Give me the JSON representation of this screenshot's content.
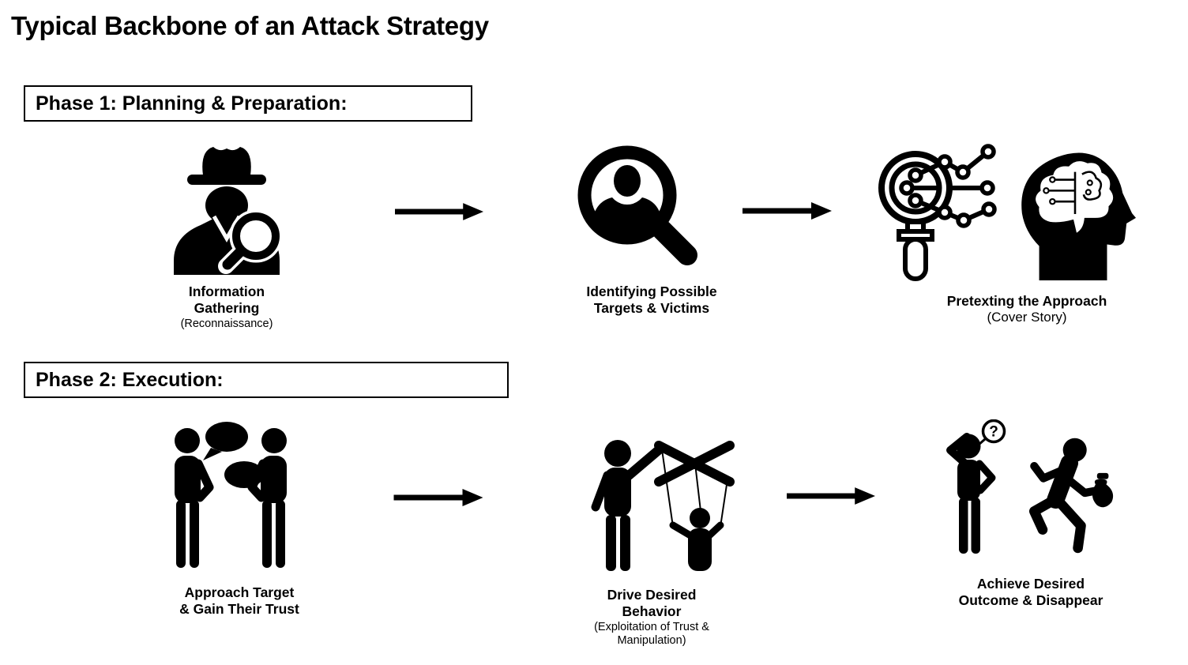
{
  "title": "Typical Backbone of an Attack Strategy",
  "colors": {
    "ink": "#000000",
    "background": "#ffffff"
  },
  "icons": {
    "question_mark": "?"
  },
  "phase1": {
    "label": "Phase 1: Planning & Preparation:",
    "steps": [
      {
        "title": "Information\nGathering",
        "subtitle": "(Reconnaissance)",
        "icon": "spy-magnifier-icon"
      },
      {
        "title": "Identifying Possible\nTargets & Victims",
        "icon": "magnifier-person-icon"
      },
      {
        "title": "Pretexting the Approach",
        "subtitle": "(Cover Story)",
        "icon": "magnifier-data-network-icon + head-circuit-brain-icon"
      }
    ]
  },
  "phase2": {
    "label": "Phase 2: Execution:",
    "steps": [
      {
        "title": "Approach Target\n& Gain Their Trust",
        "icon": "two-people-talking-icon"
      },
      {
        "title": "Drive Desired\nBehavior",
        "subtitle": "(Exploitation of Trust &\nManipulation)",
        "icon": "puppeteer-marionette-icon"
      },
      {
        "title": "Achieve Desired\nOutcome & Disappear",
        "icon": "confused-person-question-icon + running-thief-icon"
      }
    ]
  }
}
